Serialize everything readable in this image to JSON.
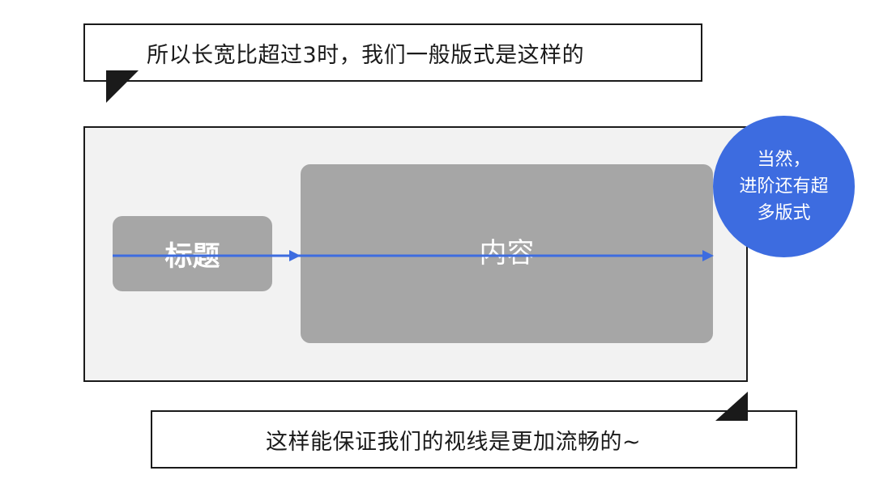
{
  "top_callout": {
    "text": "所以长宽比超过3时，我们一般版式是这样的"
  },
  "layout": {
    "title_block_label": "标题",
    "content_block_label": "内容"
  },
  "badge": {
    "text": "当然，\n进阶还有超\n多版式"
  },
  "bottom_callout": {
    "text": "这样能保证我们的视线是更加流畅的~"
  },
  "colors": {
    "canvas_bg": "#f2f2f2",
    "block_fill": "#a6a6a6",
    "arrow": "#3d6ce0",
    "badge_fill": "#3d6ce0",
    "border": "#1a1a1a"
  }
}
